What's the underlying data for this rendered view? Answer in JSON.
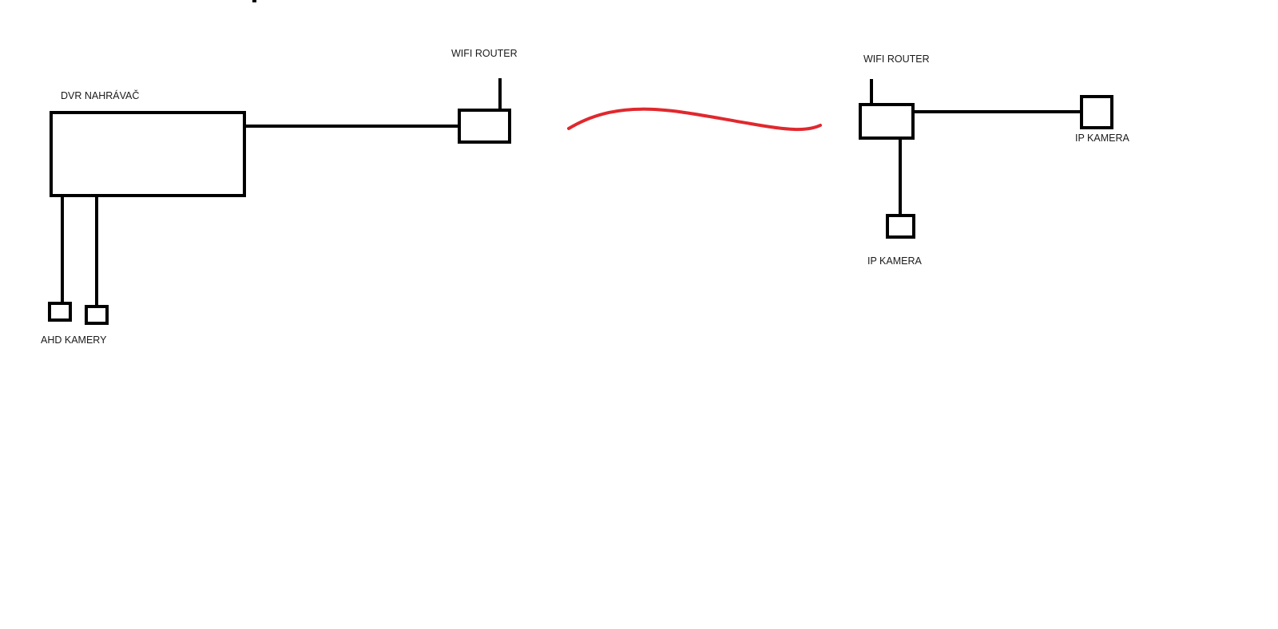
{
  "diagram": {
    "labels": {
      "dvr": "DVR NAHRÁVAČ",
      "router_left": "WIFI ROUTER",
      "router_right": "WIFI ROUTER",
      "ip_camera_right": "IP KAMERA",
      "ip_camera_bottom": "IP KAMERA",
      "ahd_cameras": "AHD KAMERY"
    },
    "colors": {
      "line": "#000000",
      "wireless_link": "#e0282e",
      "text": "#1a1a1a",
      "background": "#ffffff"
    }
  }
}
